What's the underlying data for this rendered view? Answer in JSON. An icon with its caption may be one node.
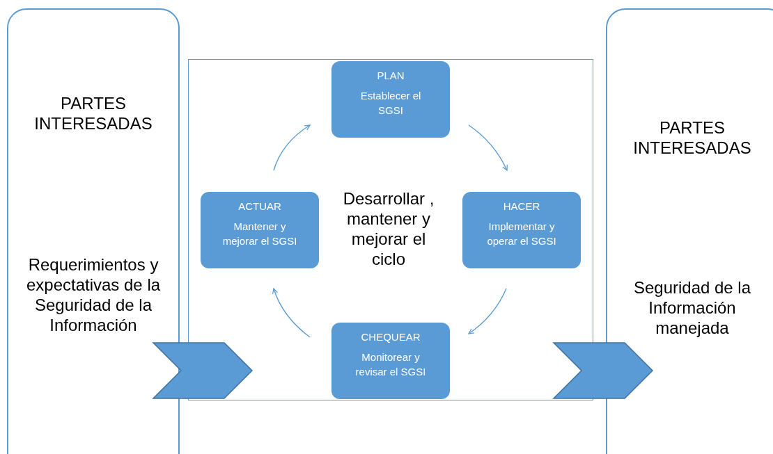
{
  "diagram": {
    "nodes": [
      {
        "text": [
          "PARTES INTERESADAS",
          "Requerimientos y expectativas de la Seguridad de la Información"
        ]
      },
      {
        "text": [
          "Desarrollar , mantener y mejorar el ciclo"
        ]
      },
      {
        "text": [
          "PLAN",
          "Establecer el SGSI"
        ],
        "in": 1
      },
      {
        "text": [
          "ACTUAR",
          "Mantener y mejorar el SGSI"
        ],
        "in": 1
      },
      {
        "text": [
          "HACER",
          "Implementar y operar el SGSI"
        ],
        "in": 1
      },
      {
        "text": [
          "CHEQUEAR",
          "Monitorear y revisar el SGSI"
        ],
        "in": 1
      },
      {
        "text": [
          "PARTES INTERESADAS",
          "Seguridad de la Información manejada"
        ]
      }
    ],
    "edges": [
      {
        "from": 0,
        "to": 1,
        "arrow": "to",
        "style": "thick"
      },
      {
        "from": 1,
        "to": 6,
        "arrow": "to",
        "style": "thick"
      },
      {
        "from": 2,
        "to": 4,
        "arrow": "to"
      },
      {
        "from": 4,
        "to": 5,
        "arrow": "to"
      },
      {
        "from": 5,
        "to": 3,
        "arrow": "to"
      },
      {
        "from": 3,
        "to": 2,
        "arrow": "to"
      }
    ]
  }
}
